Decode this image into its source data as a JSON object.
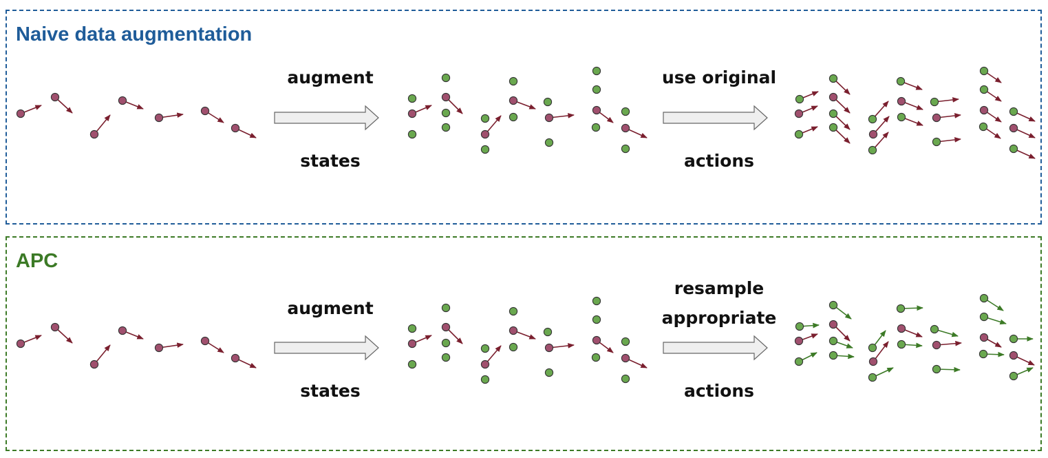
{
  "panels": [
    {
      "title": "Naive data augmentation",
      "step1_top": "augment",
      "step1_bottom": "states",
      "step2_top": "use original",
      "step2_bottom": "actions"
    },
    {
      "title": "APC",
      "step1_top": "augment",
      "step1_bottom": "states",
      "step2_top_line1": "resample",
      "step2_top_line2": "appropriate",
      "step2_bottom": "actions"
    }
  ],
  "colors": {
    "naive_border": "#1f5c99",
    "apc_border": "#3c7a26",
    "original_state": "#a0506e",
    "augmented_state": "#6aa84f",
    "original_action": "#7a1f2e",
    "resampled_action": "#3c7a26",
    "process_arrow_fill": "#efefef",
    "process_arrow_stroke": "#666666"
  },
  "icons": {
    "state": "circle-node-icon",
    "action": "vector-arrow-icon",
    "process": "block-right-arrow-icon"
  }
}
